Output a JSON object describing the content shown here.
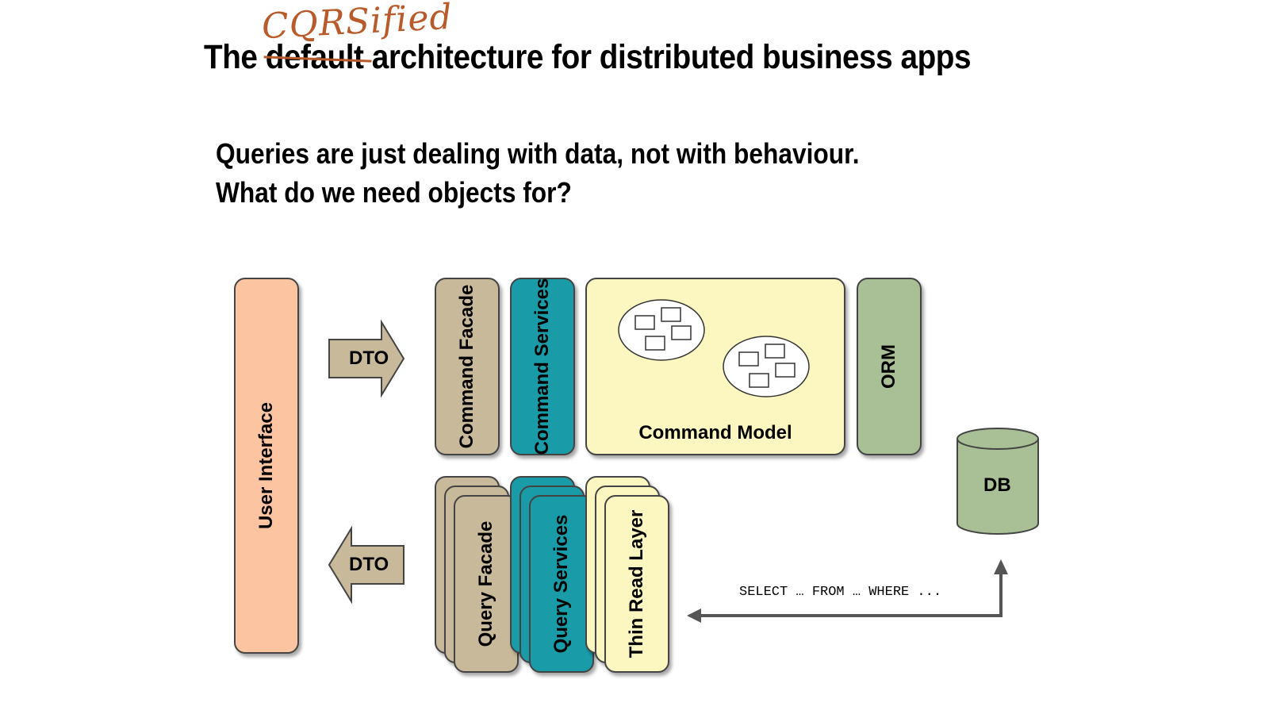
{
  "title": {
    "prefix": "The",
    "struck_word": "default",
    "rest": "architecture for distributed business apps",
    "handwritten_insert": "CQRSified"
  },
  "subtitle": {
    "line1": "Queries are just dealing with data, not with behaviour.",
    "line2": "What do we need objects for?"
  },
  "diagram": {
    "user_interface": "User Interface",
    "dto_in": "DTO",
    "dto_out": "DTO",
    "command_facade": "Command Facade",
    "command_services": "Command Services",
    "command_model": "Command Model",
    "orm": "ORM",
    "db": "DB",
    "query_facade": "Query Facade",
    "query_services": "Query Services",
    "thin_read_layer": "Thin Read Layer",
    "sql": "SELECT … FROM … WHERE ..."
  },
  "colors": {
    "user_interface": "#fdc4a1",
    "facade": "#c9b99b",
    "services": "#1a9ba8",
    "model": "#fcf7c0",
    "orm_db": "#a9bf95",
    "arrow": "#c9b99b",
    "handwritten": "#b85a2a"
  }
}
